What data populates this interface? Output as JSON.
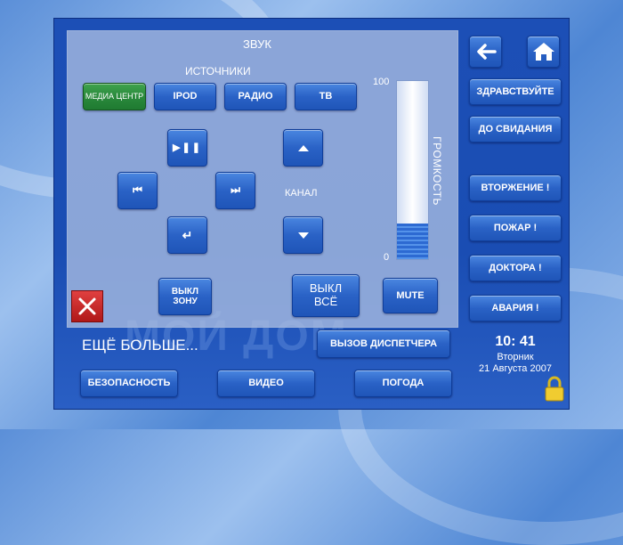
{
  "sound": {
    "title": "ЗВУК",
    "sources_label": "ИСТОЧНИКИ",
    "sources": [
      "МЕДИА ЦЕНТР",
      "IPOD",
      "РАДИО",
      "ТВ"
    ],
    "channel_label": "КАНАЛ",
    "volume_label": "ГРОМКОСТЬ",
    "volume_max": "100",
    "volume_min": "0",
    "volume_level": 0.2,
    "zone_off": [
      "ВЫКЛ",
      "ЗОНУ"
    ],
    "all_off": [
      "ВЫКЛ",
      "ВСЁ"
    ],
    "mute": "MUTE"
  },
  "right": {
    "hello": "ЗДРАВСТВУЙТЕ",
    "bye": "ДО СВИДАНИЯ",
    "intrusion": "ВТОРЖЕНИЕ !",
    "fire": "ПОЖАР !",
    "doctors": "ДОКТОРА !",
    "emergency": "АВАРИЯ !"
  },
  "bottom": {
    "more": "ЕЩЁ БОЛЬШЕ...",
    "dispatcher": "ВЫЗОВ ДИСПЕТЧЕРА",
    "security": "БЕЗОПАСНОСТЬ",
    "video": "ВИДЕО",
    "weather": "ПОГОДА"
  },
  "clock": {
    "time": "10: 41",
    "day": "Вторник",
    "date": "21 Августа 2007"
  },
  "watermark": "МОЙ ДОМ"
}
